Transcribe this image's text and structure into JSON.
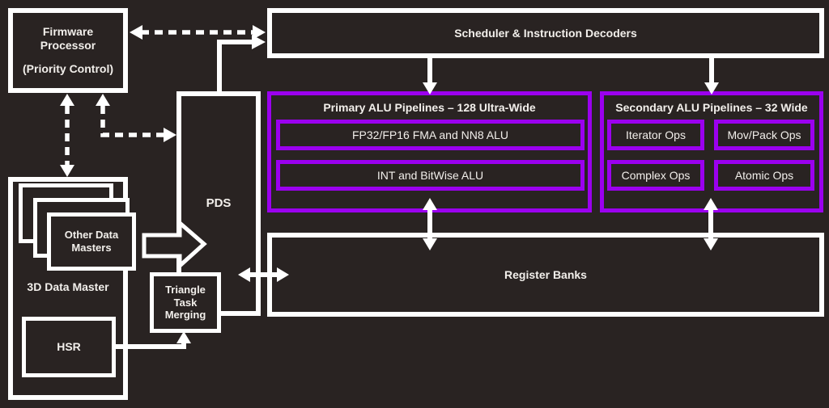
{
  "colors": {
    "background": "#292322",
    "accent_purple": "#9B00EF",
    "line_white": "#FFFFFF",
    "text": "#F2EFEB"
  },
  "boxes": {
    "firmware": {
      "title": "Firmware Processor",
      "subtitle": "(Priority Control)"
    },
    "scheduler": {
      "label": "Scheduler & Instruction Decoders"
    },
    "pds": {
      "label": "PDS"
    },
    "primary_alu": {
      "title": "Primary ALU Pipelines – 128 Ultra-Wide",
      "units": [
        "FP32/FP16 FMA and NN8 ALU",
        "INT and BitWise ALU"
      ]
    },
    "secondary_alu": {
      "title": "Secondary ALU Pipelines – 32 Wide",
      "units": [
        "Iterator Ops",
        "Mov/Pack Ops",
        "Complex Ops",
        "Atomic Ops"
      ]
    },
    "register_banks": {
      "label": "Register Banks"
    },
    "three_d_data_master": {
      "label": "3D Data Master",
      "stack_front_label": "Other Data Masters",
      "hsr_label": "HSR"
    },
    "triangle_task_merging": {
      "label": "Triangle Task Merging"
    }
  }
}
